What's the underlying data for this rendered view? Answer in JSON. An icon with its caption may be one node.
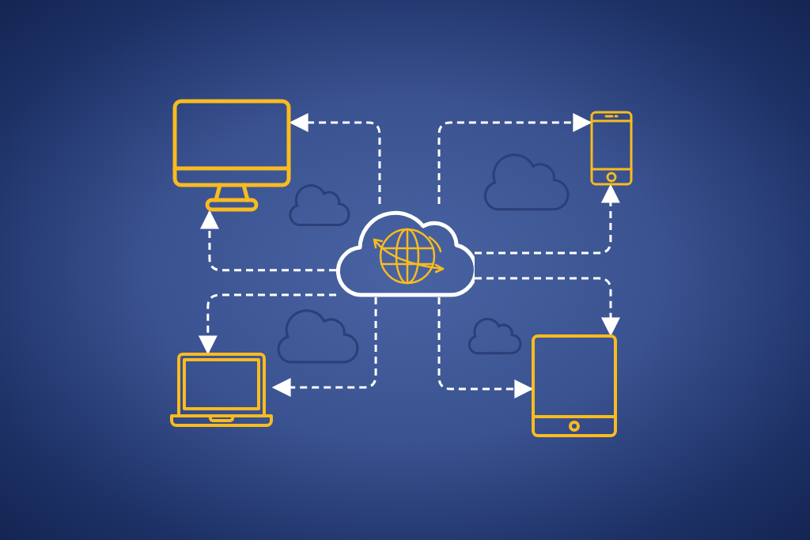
{
  "diagram": {
    "nodes": [
      {
        "text": [],
        "shape": "cloud"
      },
      {
        "text": [],
        "shape": "monitor"
      },
      {
        "text": [],
        "shape": "phone"
      },
      {
        "text": [],
        "shape": "laptop"
      },
      {
        "text": [],
        "shape": "tablet"
      }
    ],
    "edges": [
      {
        "from": 0,
        "to": 1,
        "arrow": "to",
        "style": "dashed"
      },
      {
        "from": 0,
        "to": 1,
        "arrow": "to",
        "style": "dashed"
      },
      {
        "from": 0,
        "to": 2,
        "arrow": "to",
        "style": "dashed"
      },
      {
        "from": 0,
        "to": 2,
        "arrow": "to",
        "style": "dashed"
      },
      {
        "from": 0,
        "to": 3,
        "arrow": "to",
        "style": "dashed"
      },
      {
        "from": 0,
        "to": 3,
        "arrow": "to",
        "style": "dashed"
      },
      {
        "from": 0,
        "to": 4,
        "arrow": "to",
        "style": "dashed"
      },
      {
        "from": 0,
        "to": 4,
        "arrow": "to",
        "style": "dashed"
      }
    ]
  }
}
